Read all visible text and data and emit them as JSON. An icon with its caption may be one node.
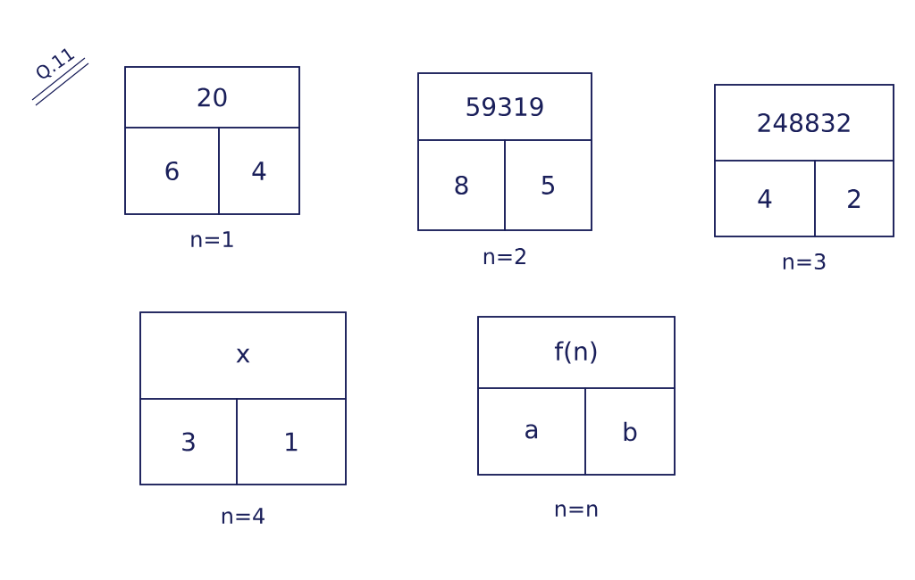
{
  "diagram": {
    "title": "Q.11",
    "nodes": [
      {
        "text": [
          "n=1"
        ]
      },
      {
        "text": [
          "20"
        ],
        "in": 0
      },
      {
        "text": [
          "6"
        ],
        "in": 0
      },
      {
        "text": [
          "4"
        ],
        "in": 0
      },
      {
        "text": [
          "n=2"
        ]
      },
      {
        "text": [
          "59319"
        ],
        "in": 4
      },
      {
        "text": [
          "8"
        ],
        "in": 4
      },
      {
        "text": [
          "5"
        ],
        "in": 4
      },
      {
        "text": [
          "n=3"
        ]
      },
      {
        "text": [
          "248832"
        ],
        "in": 8
      },
      {
        "text": [
          "4"
        ],
        "in": 8
      },
      {
        "text": [
          "2"
        ],
        "in": 8
      },
      {
        "text": [
          "n=4"
        ]
      },
      {
        "text": [
          "x"
        ],
        "in": 12
      },
      {
        "text": [
          "3"
        ],
        "in": 12
      },
      {
        "text": [
          "1"
        ],
        "in": 12
      },
      {
        "text": [
          "n=n"
        ]
      },
      {
        "text": [
          "f(n)"
        ],
        "in": 16
      },
      {
        "text": [
          "a"
        ],
        "in": 16
      },
      {
        "text": [
          "b"
        ],
        "in": 16
      }
    ]
  }
}
